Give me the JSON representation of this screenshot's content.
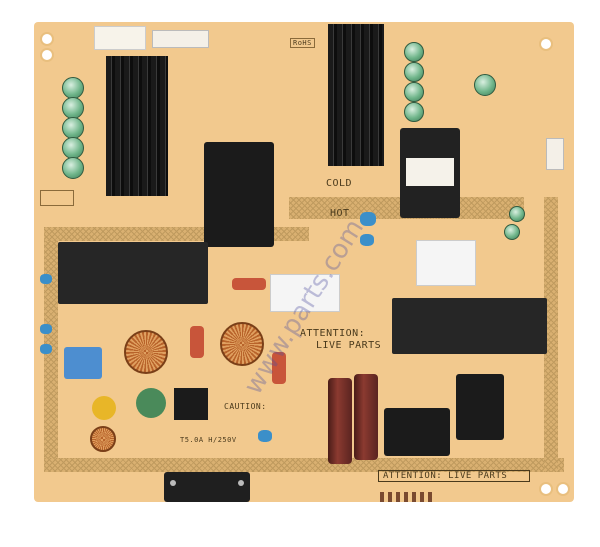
{
  "image": {
    "subject": "Power supply circuit board",
    "board_color": "#f2c98e",
    "background_color": "#ffffff"
  },
  "silkscreen": {
    "attention_center_line1": "ATTENTION:",
    "attention_center_line2": "LIVE PARTS",
    "attention_bottom": "ATTENTION: LIVE PARTS",
    "cold_label": "COLD",
    "hot_label": "HOT",
    "caution_title": "CAUTION:",
    "fuse_rating": "T5.0A H/250V",
    "rohs_label": "RoHS"
  },
  "watermark": {
    "text": "www.parts.com"
  }
}
